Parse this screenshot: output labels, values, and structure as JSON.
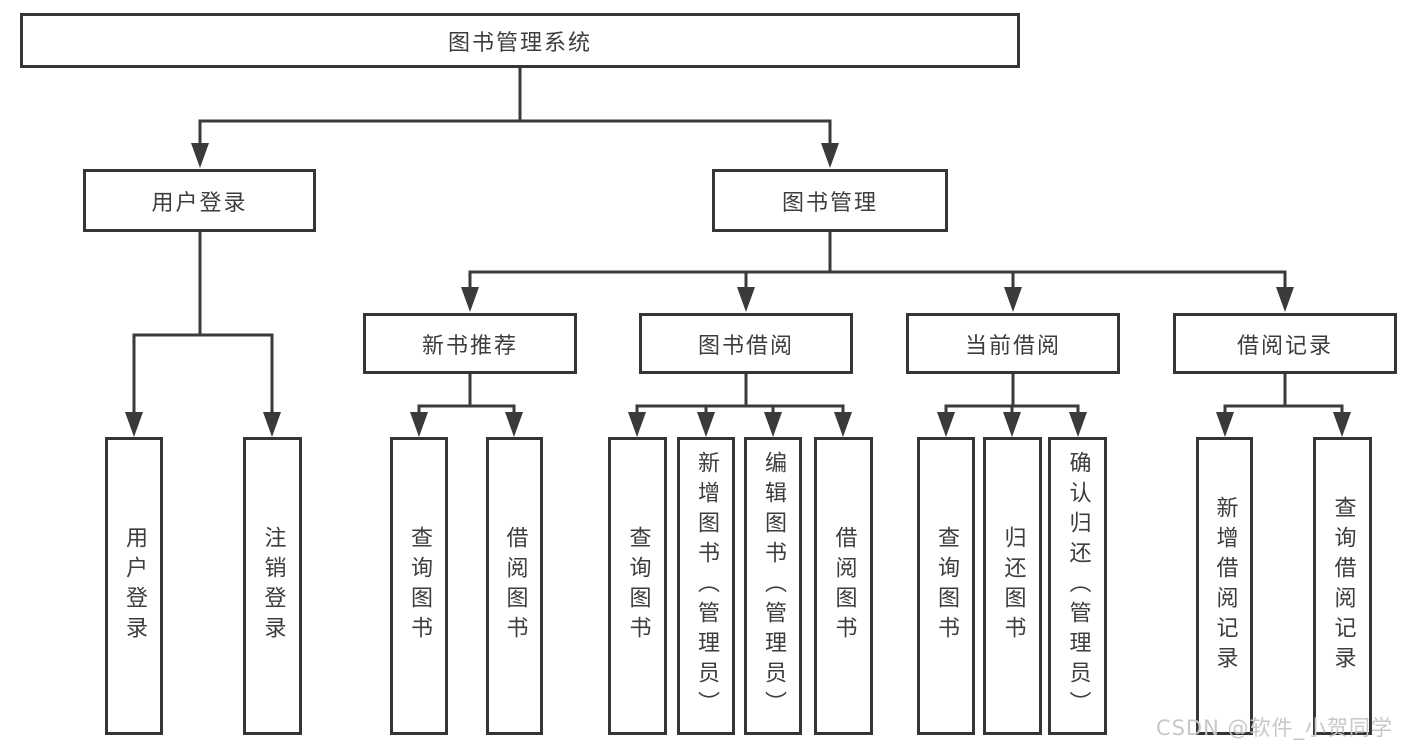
{
  "page": {
    "background": "#ffffff"
  },
  "colors": {
    "line": "#3a3a3a",
    "box_border": "#353535",
    "box_fill": "#ffffff",
    "text": "#3d3d3d",
    "watermark_text": "#c7c7c7"
  },
  "tree": {
    "label": "图书管理系统",
    "children": [
      {
        "label": "用户登录",
        "children": [
          {
            "label": "用户登录"
          },
          {
            "label": "注销登录"
          }
        ]
      },
      {
        "label": "图书管理",
        "children": [
          {
            "label": "新书推荐",
            "children": [
              {
                "label": "查询图书"
              },
              {
                "label": "借阅图书"
              }
            ]
          },
          {
            "label": "图书借阅",
            "children": [
              {
                "label": "查询图书"
              },
              {
                "label": "新增图书（管理员）"
              },
              {
                "label": "编辑图书（管理员）"
              },
              {
                "label": "借阅图书"
              }
            ]
          },
          {
            "label": "当前借阅",
            "children": [
              {
                "label": "查询图书"
              },
              {
                "label": "归还图书"
              },
              {
                "label": "确认归还（管理员）"
              }
            ]
          },
          {
            "label": "借阅记录",
            "children": [
              {
                "label": "新增借阅记录"
              },
              {
                "label": "查询借阅记录"
              }
            ]
          }
        ]
      }
    ]
  },
  "watermark": {
    "text": "CSDN @软件_小贺同学"
  }
}
